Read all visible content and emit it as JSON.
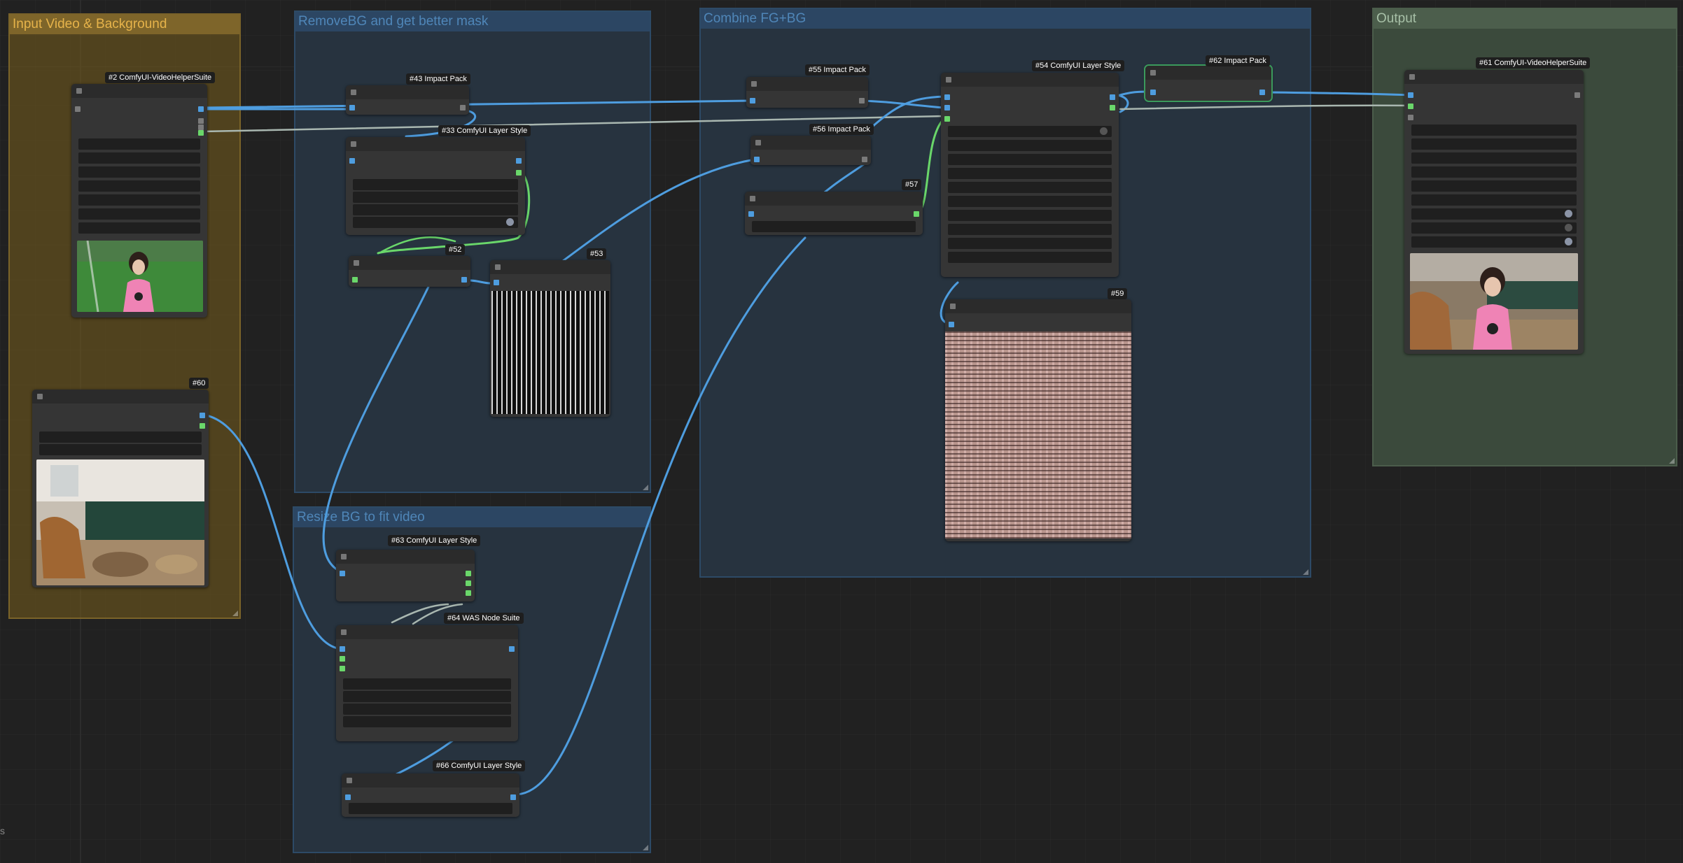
{
  "groups": {
    "input": "Input Video & Background",
    "removebg": "RemoveBG and get better mask",
    "resize": "Resize BG to fit video",
    "combine": "Combine FG+BG",
    "output": "Output"
  },
  "nodes": {
    "n2": "#2 ComfyUI-VideoHelperSuite",
    "n60": "#60",
    "n43": "#43 Impact Pack",
    "n33": "#33 ComfyUI Layer Style",
    "n52": "#52",
    "n53": "#53",
    "n63": "#63 ComfyUI Layer Style",
    "n64": "#64 WAS Node Suite",
    "n66": "#66 ComfyUI Layer Style",
    "n55": "#55 Impact Pack",
    "n56": "#56 Impact Pack",
    "n57": "#57",
    "n54": "#54 ComfyUI Layer Style",
    "n59": "#59",
    "n62": "#62 Impact Pack",
    "n61": "#61 ComfyUI-VideoHelperSuite"
  },
  "status_text": "s",
  "colors": {
    "link_image": "#4e9ddf",
    "link_mask": "#6ad76a",
    "link_other": "#a9b7b0",
    "canvas": "#212121"
  }
}
